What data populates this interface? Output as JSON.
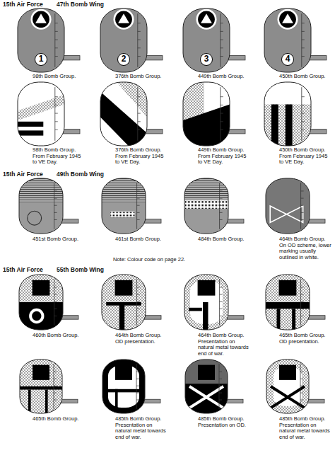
{
  "diagram": {
    "nodes": [
      {
        "text": [
          "1"
        ]
      },
      {
        "text": [
          "2"
        ]
      },
      {
        "text": [
          "3"
        ]
      },
      {
        "text": [
          "4"
        ]
      }
    ],
    "labels": [
      "15th Air Force",
      "47th Bomb Wing",
      "98th Bomb Group.",
      "376th Bomb Group.",
      "449th Bomb Group.",
      "450th Bomb Group.",
      "98th Bomb Group. From February 1945 to VE Day.",
      "376th Bomb Group. From February 1945 to VE Day.",
      "449th Bomb Group. From February 1945 to VE Day.",
      "450th Bomb Group. From February 1945 to VE Day.",
      "15th Air Force",
      "49th Bomb Wing",
      "451st Bomb Group.",
      "461st Bomb Group.",
      "484th Bomb Group.",
      "464th Bomb Group. On OD scheme, lower marking usually outlined in white.",
      "Note: Colour code on page 22.",
      "15th Air Force",
      "55th Bomb Wing",
      "460th Bomb Group.",
      "464th Bomb Group. OD presentation.",
      "464th Bomb Group. Presentation on natural metal towards end of war.",
      "465th Bomb Group. OD presentation.",
      "465th Bomb Group.",
      "485th Bomb Group. Presentation on natural metal towards end of war.",
      "485th Bomb Group. Presentation on OD.",
      "485th Bomb Group. Presentation on natural metal towards end of war."
    ]
  }
}
